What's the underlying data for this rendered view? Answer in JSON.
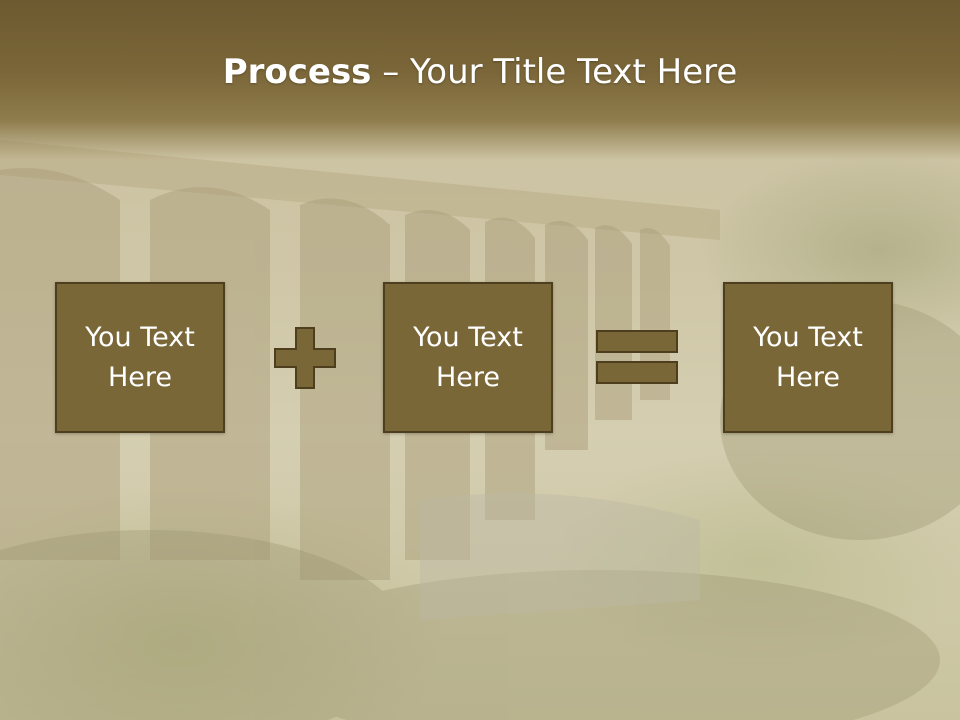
{
  "slide": {
    "title_bold": "Process",
    "title_rest": " – Your Title Text Here"
  },
  "boxes": [
    {
      "text": "You Text\nHere"
    },
    {
      "text": "You Text\nHere"
    },
    {
      "text": "You Text\nHere"
    }
  ],
  "operators": [
    "plus-icon",
    "equals-icon"
  ],
  "colors": {
    "title_band": "#7a6638",
    "box_fill": "#7a6738",
    "box_border": "#4d3e1e",
    "text": "#ffffff"
  }
}
